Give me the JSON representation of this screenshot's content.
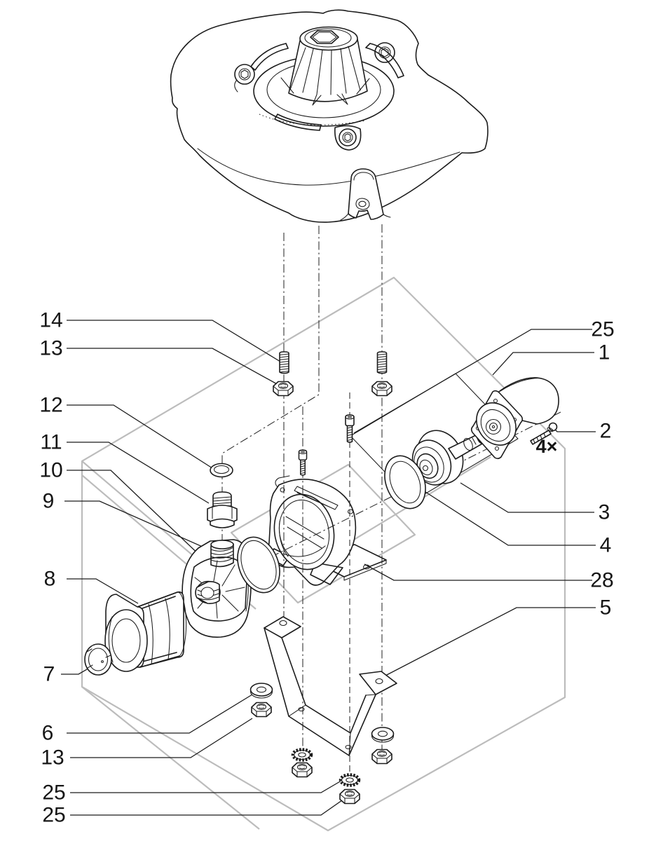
{
  "diagram": {
    "type": "exploded-parts-diagram",
    "colors": {
      "line": "#1c1c1c",
      "context_box": "#bcbcbc",
      "background": "#ffffff"
    },
    "callouts_left": [
      {
        "label": "14"
      },
      {
        "label": "13"
      },
      {
        "label": "12"
      },
      {
        "label": "11"
      },
      {
        "label": "10"
      },
      {
        "label": "9"
      },
      {
        "label": "8"
      },
      {
        "label": "7"
      },
      {
        "label": "6"
      },
      {
        "label": "13"
      },
      {
        "label": "25"
      },
      {
        "label": "25"
      }
    ],
    "callouts_right": [
      {
        "label": "25"
      },
      {
        "label": "1"
      },
      {
        "label": "2"
      },
      {
        "label": "3"
      },
      {
        "label": "4"
      },
      {
        "label": "28"
      },
      {
        "label": "5"
      }
    ],
    "quantity_note": "4×"
  }
}
